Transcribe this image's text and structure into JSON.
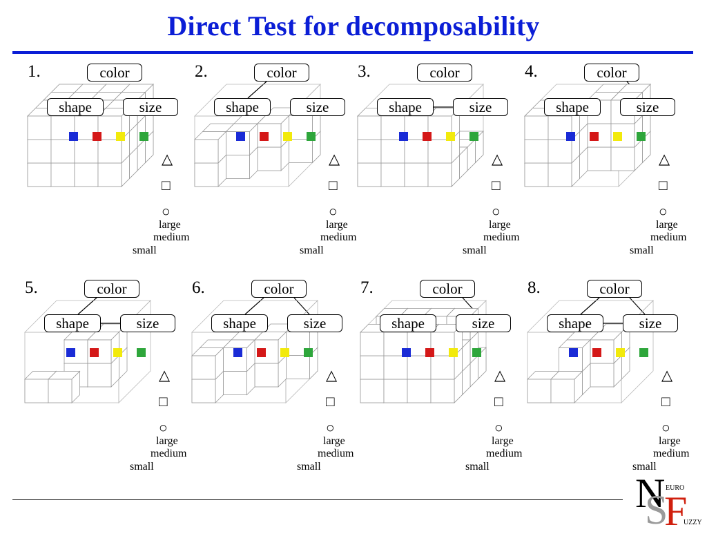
{
  "title": "Direct Test for decomposability",
  "node_labels": {
    "color": "color",
    "shape": "shape",
    "size": "size"
  },
  "size_labels": [
    "large",
    "medium",
    "small"
  ],
  "shape_symbols": [
    "△",
    "□",
    "○"
  ],
  "value_colors": [
    "#1a2bd6",
    "#d41818",
    "#f2ea0c",
    "#2ea63b"
  ],
  "accent_color": "#0b1ed6",
  "panels": [
    {
      "number": "1.",
      "edges": []
    },
    {
      "number": "2.",
      "edges": [
        "color-shape"
      ]
    },
    {
      "number": "3.",
      "edges": [
        "shape-size"
      ]
    },
    {
      "number": "4.",
      "edges": [
        "color-size"
      ]
    },
    {
      "number": "5.",
      "edges": [
        "color-shape",
        "shape-size"
      ]
    },
    {
      "number": "6.",
      "edges": [
        "color-shape",
        "color-size"
      ]
    },
    {
      "number": "7.",
      "edges": [
        "color-size",
        "shape-size"
      ]
    },
    {
      "number": "8.",
      "edges": [
        "color-shape",
        "color-size",
        "shape-size"
      ]
    }
  ],
  "logo": {
    "letters": [
      "N",
      "S",
      "F"
    ],
    "words": [
      "EURO",
      "UZZY"
    ]
  }
}
